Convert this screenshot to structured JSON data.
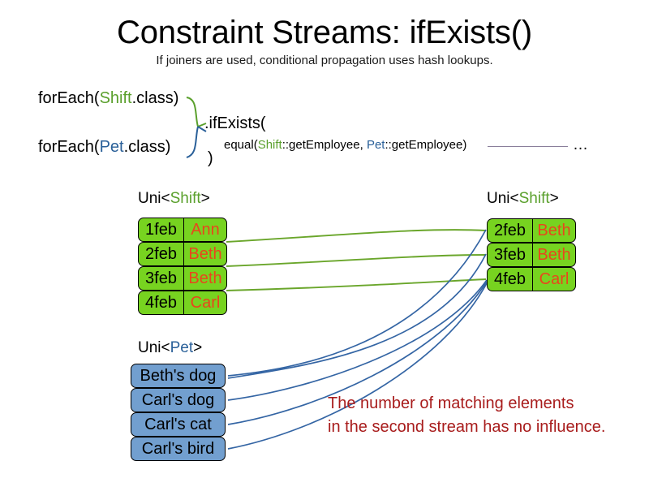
{
  "slide": {
    "title": "Constraint Streams: ifExists()",
    "subtitle": "If joiners are used, conditional propagation uses hash lookups."
  },
  "code": {
    "foreach_shift": {
      "prefix": "forEach(",
      "type": "Shift",
      "suffix": ".class)"
    },
    "foreach_pet": {
      "prefix": "forEach(",
      "type": "Pet",
      "suffix": ".class)"
    },
    "ifexists_label": ".ifExists(",
    "equal": {
      "prefix": "equal(",
      "left_type": "Shift",
      "left_method": "::getEmployee, ",
      "right_type": "Pet",
      "right_method": "::getEmployee)"
    },
    "close_paren": ")",
    "ellipsis": "…"
  },
  "streams": {
    "left_shift": {
      "label_prefix": "Uni<",
      "label_type": "Shift",
      "label_suffix": ">",
      "rows": [
        {
          "date": "1feb",
          "name": "Ann"
        },
        {
          "date": "2feb",
          "name": "Beth"
        },
        {
          "date": "3feb",
          "name": "Beth"
        },
        {
          "date": "4feb",
          "name": "Carl"
        }
      ]
    },
    "right_shift": {
      "label_prefix": "Uni<",
      "label_type": "Shift",
      "label_suffix": ">",
      "rows": [
        {
          "date": "2feb",
          "name": "Beth"
        },
        {
          "date": "3feb",
          "name": "Beth"
        },
        {
          "date": "4feb",
          "name": "Carl"
        }
      ]
    },
    "left_pet": {
      "label_prefix": "Uni<",
      "label_type": "Pet",
      "label_suffix": ">",
      "rows": [
        {
          "name": "Beth's dog"
        },
        {
          "name": "Carl's dog"
        },
        {
          "name": "Carl's cat"
        },
        {
          "name": "Carl's bird"
        }
      ]
    }
  },
  "annotation": {
    "line1": "The number of matching elements",
    "line2": "in the second stream has no influence."
  },
  "colors": {
    "shift_green": "#77d320",
    "shift_type_text": "#5aa02c",
    "pet_blue": "#729fcf",
    "pet_type_text": "#2a6099",
    "name_orange": "#e8471c",
    "annotation_red": "#a81c1c",
    "wire_green": "#6aa62b",
    "wire_blue": "#3465a4",
    "tail_line": "#8a7f9b"
  },
  "wires": {
    "green": [
      {
        "from": "left-shift-row-2feb",
        "to": "right-shift-row-2feb"
      },
      {
        "from": "left-shift-row-3feb",
        "to": "right-shift-row-3feb"
      },
      {
        "from": "left-shift-row-4feb",
        "to": "right-shift-row-4feb"
      }
    ],
    "blue": [
      {
        "from": "pet-row-beths-dog",
        "to": "right-shift-row-2feb"
      },
      {
        "from": "pet-row-beths-dog",
        "to": "right-shift-row-3feb"
      },
      {
        "from": "pet-row-carls-dog",
        "to": "right-shift-row-4feb"
      },
      {
        "from": "pet-row-carls-cat",
        "to": "right-shift-row-4feb"
      },
      {
        "from": "pet-row-carls-bird",
        "to": "right-shift-row-4feb"
      }
    ]
  }
}
